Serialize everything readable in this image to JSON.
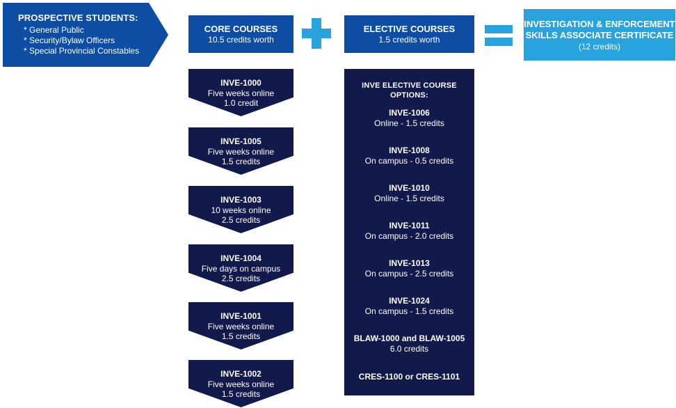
{
  "prospective": {
    "title": "PROSPECTIVE STUDENTS:",
    "items": [
      "General Public",
      "Security/Bylaw Officers",
      "Special Provincial Constables"
    ]
  },
  "core_header": {
    "title": "CORE COURSES",
    "subtitle": "10.5 credits worth"
  },
  "elective_header": {
    "title": "ELECTIVE COURSES",
    "subtitle": "1.5 credits worth"
  },
  "certificate": {
    "title_line1": "INVESTIGATION & ENFORCEMENT",
    "title_line2": "SKILLS ASSOCIATE CERTIFICATE",
    "subtitle": "(12 credits)"
  },
  "core_courses": [
    {
      "code": "INVE-1000",
      "duration": "Five weeks online",
      "credits": "1.0 credit"
    },
    {
      "code": "INVE-1005",
      "duration": "Five weeks online",
      "credits": "1.5 credits"
    },
    {
      "code": "INVE-1003",
      "duration": "10 weeks online",
      "credits": "2.5 credits"
    },
    {
      "code": "INVE-1004",
      "duration": "Five days on campus",
      "credits": "2.5 credits"
    },
    {
      "code": "INVE-1001",
      "duration": "Five weeks online",
      "credits": "1.5 credits"
    },
    {
      "code": "INVE-1002",
      "duration": "Five weeks online",
      "credits": "1.5 credits"
    }
  ],
  "elective_options": {
    "heading_line1": "INVE ELECTIVE COURSE",
    "heading_line2": "OPTIONS:",
    "items": [
      {
        "code": "INVE-1006",
        "detail": "Online - 1.5 credits"
      },
      {
        "code": "INVE-1008",
        "detail": "On campus - 0.5 credits"
      },
      {
        "code": "INVE-1010",
        "detail": "Online - 1.5 credits"
      },
      {
        "code": "INVE-1011",
        "detail": "On campus - 2.0 credits"
      },
      {
        "code": "INVE-1013",
        "detail": "On campus - 2.5 credits"
      },
      {
        "code": "INVE-1024",
        "detail": "On campus - 1.5 credits"
      },
      {
        "code": "BLAW-1000 and BLAW-1005",
        "detail": "6.0 credits"
      },
      {
        "code": "CRES-1100 or CRES-1101",
        "detail": ""
      }
    ]
  },
  "colors": {
    "dark_blue": "#0d4da3",
    "navy": "#111a4a",
    "light_blue": "#29a3dd"
  },
  "icons": {
    "plus": "plus-icon",
    "equals": "equals-icon"
  }
}
